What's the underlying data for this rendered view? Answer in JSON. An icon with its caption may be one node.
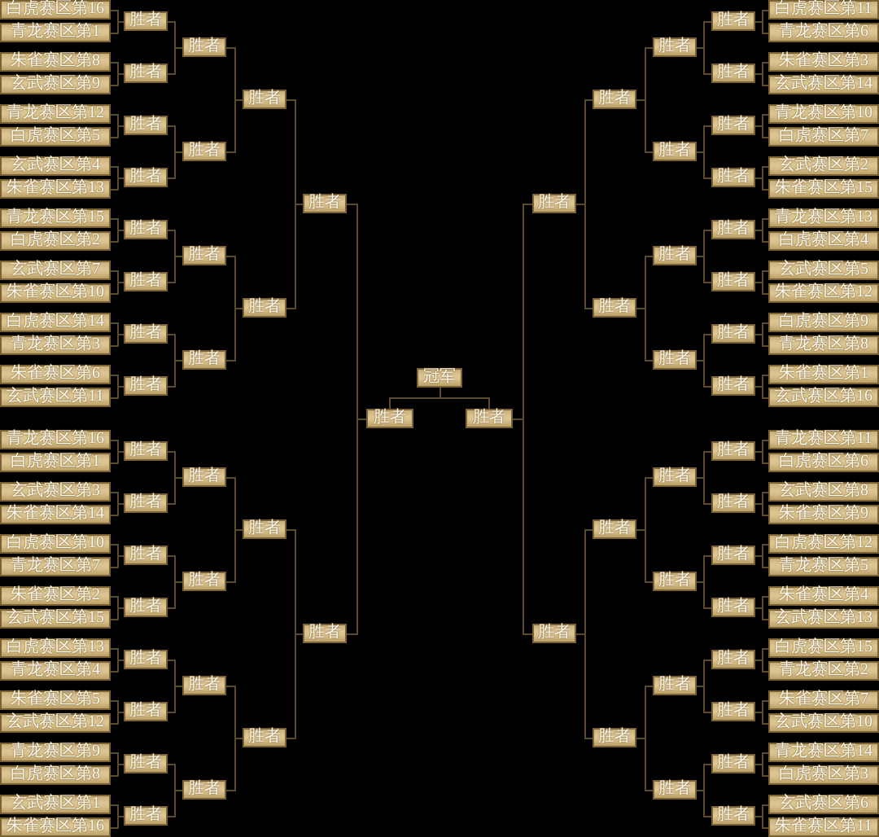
{
  "diagram": {
    "nodes": [
      {
        "text": [
          "白虎赛区第16"
        ]
      },
      {
        "text": [
          "青龙赛区第1"
        ]
      },
      {
        "text": [
          "朱雀赛区第8"
        ]
      },
      {
        "text": [
          "玄武赛区第9"
        ]
      },
      {
        "text": [
          "青龙赛区第12"
        ]
      },
      {
        "text": [
          "白虎赛区第5"
        ]
      },
      {
        "text": [
          "玄武赛区第4"
        ]
      },
      {
        "text": [
          "朱雀赛区第13"
        ]
      },
      {
        "text": [
          "青龙赛区第15"
        ]
      },
      {
        "text": [
          "白虎赛区第2"
        ]
      },
      {
        "text": [
          "玄武赛区第7"
        ]
      },
      {
        "text": [
          "朱雀赛区第10"
        ]
      },
      {
        "text": [
          "白虎赛区第14"
        ]
      },
      {
        "text": [
          "青龙赛区第3"
        ]
      },
      {
        "text": [
          "朱雀赛区第6"
        ]
      },
      {
        "text": [
          "玄武赛区第11"
        ]
      },
      {
        "text": [
          "青龙赛区第16"
        ]
      },
      {
        "text": [
          "白虎赛区第1"
        ]
      },
      {
        "text": [
          "玄武赛区第3"
        ]
      },
      {
        "text": [
          "朱雀赛区第14"
        ]
      },
      {
        "text": [
          "白虎赛区第10"
        ]
      },
      {
        "text": [
          "青龙赛区第7"
        ]
      },
      {
        "text": [
          "朱雀赛区第2"
        ]
      },
      {
        "text": [
          "玄武赛区第15"
        ]
      },
      {
        "text": [
          "白虎赛区第13"
        ]
      },
      {
        "text": [
          "青龙赛区第4"
        ]
      },
      {
        "text": [
          "朱雀赛区第5"
        ]
      },
      {
        "text": [
          "玄武赛区第12"
        ]
      },
      {
        "text": [
          "青龙赛区第9"
        ]
      },
      {
        "text": [
          "白虎赛区第8"
        ]
      },
      {
        "text": [
          "玄武赛区第1"
        ]
      },
      {
        "text": [
          "朱雀赛区第16"
        ]
      },
      {
        "text": [
          "胜者"
        ]
      },
      {
        "text": [
          "胜者"
        ]
      },
      {
        "text": [
          "胜者"
        ]
      },
      {
        "text": [
          "胜者"
        ]
      },
      {
        "text": [
          "胜者"
        ]
      },
      {
        "text": [
          "胜者"
        ]
      },
      {
        "text": [
          "胜者"
        ]
      },
      {
        "text": [
          "胜者"
        ]
      },
      {
        "text": [
          "胜者"
        ]
      },
      {
        "text": [
          "胜者"
        ]
      },
      {
        "text": [
          "胜者"
        ]
      },
      {
        "text": [
          "胜者"
        ]
      },
      {
        "text": [
          "胜者"
        ]
      },
      {
        "text": [
          "胜者"
        ]
      },
      {
        "text": [
          "胜者"
        ]
      },
      {
        "text": [
          "胜者"
        ]
      },
      {
        "text": [
          "胜者"
        ]
      },
      {
        "text": [
          "胜者"
        ]
      },
      {
        "text": [
          "胜者"
        ]
      },
      {
        "text": [
          "胜者"
        ]
      },
      {
        "text": [
          "胜者"
        ]
      },
      {
        "text": [
          "胜者"
        ]
      },
      {
        "text": [
          "胜者"
        ]
      },
      {
        "text": [
          "胜者"
        ]
      },
      {
        "text": [
          "胜者"
        ]
      },
      {
        "text": [
          "胜者"
        ]
      },
      {
        "text": [
          "胜者"
        ]
      },
      {
        "text": [
          "胜者"
        ]
      },
      {
        "text": [
          "胜者"
        ]
      },
      {
        "text": [
          "胜者"
        ]
      },
      {
        "text": [
          "胜者"
        ]
      },
      {
        "text": [
          "冠军"
        ]
      },
      {
        "text": [
          "胜者"
        ]
      },
      {
        "text": [
          "胜者"
        ]
      },
      {
        "text": [
          "胜者"
        ]
      },
      {
        "text": [
          "胜者"
        ]
      },
      {
        "text": [
          "胜者"
        ]
      },
      {
        "text": [
          "胜者"
        ]
      },
      {
        "text": [
          "胜者"
        ]
      },
      {
        "text": [
          "胜者"
        ]
      },
      {
        "text": [
          "胜者"
        ]
      },
      {
        "text": [
          "胜者"
        ]
      },
      {
        "text": [
          "胜者"
        ]
      },
      {
        "text": [
          "胜者"
        ]
      },
      {
        "text": [
          "胜者"
        ]
      },
      {
        "text": [
          "胜者"
        ]
      },
      {
        "text": [
          "胜者"
        ]
      },
      {
        "text": [
          "胜者"
        ]
      },
      {
        "text": [
          "胜者"
        ]
      },
      {
        "text": [
          "胜者"
        ]
      },
      {
        "text": [
          "胜者"
        ]
      },
      {
        "text": [
          "胜者"
        ]
      },
      {
        "text": [
          "胜者"
        ]
      },
      {
        "text": [
          "胜者"
        ]
      },
      {
        "text": [
          "胜者"
        ]
      },
      {
        "text": [
          "胜者"
        ]
      },
      {
        "text": [
          "胜者"
        ]
      },
      {
        "text": [
          "胜者"
        ]
      },
      {
        "text": [
          "胜者"
        ]
      },
      {
        "text": [
          "胜者"
        ]
      },
      {
        "text": [
          "胜者"
        ]
      },
      {
        "text": [
          "胜者"
        ]
      },
      {
        "text": [
          "胜者"
        ]
      },
      {
        "text": [
          "白虎赛区第11"
        ]
      },
      {
        "text": [
          "青龙赛区第6"
        ]
      },
      {
        "text": [
          "朱雀赛区第3"
        ]
      },
      {
        "text": [
          "玄武赛区第14"
        ]
      },
      {
        "text": [
          "青龙赛区第10"
        ]
      },
      {
        "text": [
          "白虎赛区第7"
        ]
      },
      {
        "text": [
          "玄武赛区第2"
        ]
      },
      {
        "text": [
          "朱雀赛区第15"
        ]
      },
      {
        "text": [
          "青龙赛区第13"
        ]
      },
      {
        "text": [
          "白虎赛区第4"
        ]
      },
      {
        "text": [
          "玄武赛区第5"
        ]
      },
      {
        "text": [
          "朱雀赛区第12"
        ]
      },
      {
        "text": [
          "白虎赛区第9"
        ]
      },
      {
        "text": [
          "青龙赛区第8"
        ]
      },
      {
        "text": [
          "朱雀赛区第1"
        ]
      },
      {
        "text": [
          "玄武赛区第16"
        ]
      },
      {
        "text": [
          "青龙赛区第11"
        ]
      },
      {
        "text": [
          "白虎赛区第6"
        ]
      },
      {
        "text": [
          "玄武赛区第8"
        ]
      },
      {
        "text": [
          "朱雀赛区第9"
        ]
      },
      {
        "text": [
          "白虎赛区第12"
        ]
      },
      {
        "text": [
          "青龙赛区第5"
        ]
      },
      {
        "text": [
          "朱雀赛区第4"
        ]
      },
      {
        "text": [
          "玄武赛区第13"
        ]
      },
      {
        "text": [
          "白虎赛区第15"
        ]
      },
      {
        "text": [
          "青龙赛区第2"
        ]
      },
      {
        "text": [
          "朱雀赛区第7"
        ]
      },
      {
        "text": [
          "玄武赛区第10"
        ]
      },
      {
        "text": [
          "青龙赛区第14"
        ]
      },
      {
        "text": [
          "白虎赛区第3"
        ]
      },
      {
        "text": [
          "玄武赛区第6"
        ]
      },
      {
        "text": [
          "朱雀赛区第11"
        ]
      }
    ],
    "edges": [
      {
        "from": 0,
        "to": 32,
        "arrow": "none"
      },
      {
        "from": 1,
        "to": 32,
        "arrow": "none"
      },
      {
        "from": 2,
        "to": 33,
        "arrow": "none"
      },
      {
        "from": 3,
        "to": 33,
        "arrow": "none"
      },
      {
        "from": 4,
        "to": 34,
        "arrow": "none"
      },
      {
        "from": 5,
        "to": 34,
        "arrow": "none"
      },
      {
        "from": 6,
        "to": 35,
        "arrow": "none"
      },
      {
        "from": 7,
        "to": 35,
        "arrow": "none"
      },
      {
        "from": 8,
        "to": 36,
        "arrow": "none"
      },
      {
        "from": 9,
        "to": 36,
        "arrow": "none"
      },
      {
        "from": 10,
        "to": 37,
        "arrow": "none"
      },
      {
        "from": 11,
        "to": 37,
        "arrow": "none"
      },
      {
        "from": 12,
        "to": 38,
        "arrow": "none"
      },
      {
        "from": 13,
        "to": 38,
        "arrow": "none"
      },
      {
        "from": 14,
        "to": 39,
        "arrow": "none"
      },
      {
        "from": 15,
        "to": 39,
        "arrow": "none"
      },
      {
        "from": 16,
        "to": 40,
        "arrow": "none"
      },
      {
        "from": 17,
        "to": 40,
        "arrow": "none"
      },
      {
        "from": 18,
        "to": 41,
        "arrow": "none"
      },
      {
        "from": 19,
        "to": 41,
        "arrow": "none"
      },
      {
        "from": 20,
        "to": 42,
        "arrow": "none"
      },
      {
        "from": 21,
        "to": 42,
        "arrow": "none"
      },
      {
        "from": 22,
        "to": 43,
        "arrow": "none"
      },
      {
        "from": 23,
        "to": 43,
        "arrow": "none"
      },
      {
        "from": 24,
        "to": 44,
        "arrow": "none"
      },
      {
        "from": 25,
        "to": 44,
        "arrow": "none"
      },
      {
        "from": 26,
        "to": 45,
        "arrow": "none"
      },
      {
        "from": 27,
        "to": 45,
        "arrow": "none"
      },
      {
        "from": 28,
        "to": 46,
        "arrow": "none"
      },
      {
        "from": 29,
        "to": 46,
        "arrow": "none"
      },
      {
        "from": 30,
        "to": 47,
        "arrow": "none"
      },
      {
        "from": 31,
        "to": 47,
        "arrow": "none"
      },
      {
        "from": 32,
        "to": 48,
        "arrow": "none"
      },
      {
        "from": 33,
        "to": 48,
        "arrow": "none"
      },
      {
        "from": 34,
        "to": 49,
        "arrow": "none"
      },
      {
        "from": 35,
        "to": 49,
        "arrow": "none"
      },
      {
        "from": 36,
        "to": 50,
        "arrow": "none"
      },
      {
        "from": 37,
        "to": 50,
        "arrow": "none"
      },
      {
        "from": 38,
        "to": 51,
        "arrow": "none"
      },
      {
        "from": 39,
        "to": 51,
        "arrow": "none"
      },
      {
        "from": 40,
        "to": 52,
        "arrow": "none"
      },
      {
        "from": 41,
        "to": 52,
        "arrow": "none"
      },
      {
        "from": 42,
        "to": 53,
        "arrow": "none"
      },
      {
        "from": 43,
        "to": 53,
        "arrow": "none"
      },
      {
        "from": 44,
        "to": 54,
        "arrow": "none"
      },
      {
        "from": 45,
        "to": 54,
        "arrow": "none"
      },
      {
        "from": 46,
        "to": 55,
        "arrow": "none"
      },
      {
        "from": 47,
        "to": 55,
        "arrow": "none"
      },
      {
        "from": 48,
        "to": 56,
        "arrow": "none"
      },
      {
        "from": 49,
        "to": 56,
        "arrow": "none"
      },
      {
        "from": 50,
        "to": 57,
        "arrow": "none"
      },
      {
        "from": 51,
        "to": 57,
        "arrow": "none"
      },
      {
        "from": 52,
        "to": 58,
        "arrow": "none"
      },
      {
        "from": 53,
        "to": 58,
        "arrow": "none"
      },
      {
        "from": 54,
        "to": 59,
        "arrow": "none"
      },
      {
        "from": 55,
        "to": 59,
        "arrow": "none"
      },
      {
        "from": 56,
        "to": 60,
        "arrow": "none"
      },
      {
        "from": 57,
        "to": 60,
        "arrow": "none"
      },
      {
        "from": 58,
        "to": 61,
        "arrow": "none"
      },
      {
        "from": 59,
        "to": 61,
        "arrow": "none"
      },
      {
        "from": 60,
        "to": 62,
        "arrow": "none"
      },
      {
        "from": 61,
        "to": 62,
        "arrow": "none"
      },
      {
        "from": 62,
        "to": 63,
        "arrow": "none"
      },
      {
        "from": 64,
        "to": 63,
        "arrow": "none"
      },
      {
        "from": 65,
        "to": 64,
        "arrow": "none"
      },
      {
        "from": 66,
        "to": 64,
        "arrow": "none"
      },
      {
        "from": 67,
        "to": 65,
        "arrow": "none"
      },
      {
        "from": 68,
        "to": 65,
        "arrow": "none"
      },
      {
        "from": 69,
        "to": 66,
        "arrow": "none"
      },
      {
        "from": 70,
        "to": 66,
        "arrow": "none"
      },
      {
        "from": 71,
        "to": 67,
        "arrow": "none"
      },
      {
        "from": 72,
        "to": 67,
        "arrow": "none"
      },
      {
        "from": 73,
        "to": 68,
        "arrow": "none"
      },
      {
        "from": 74,
        "to": 68,
        "arrow": "none"
      },
      {
        "from": 75,
        "to": 69,
        "arrow": "none"
      },
      {
        "from": 76,
        "to": 69,
        "arrow": "none"
      },
      {
        "from": 77,
        "to": 70,
        "arrow": "none"
      },
      {
        "from": 78,
        "to": 70,
        "arrow": "none"
      },
      {
        "from": 79,
        "to": 71,
        "arrow": "none"
      },
      {
        "from": 80,
        "to": 71,
        "arrow": "none"
      },
      {
        "from": 81,
        "to": 72,
        "arrow": "none"
      },
      {
        "from": 82,
        "to": 72,
        "arrow": "none"
      },
      {
        "from": 83,
        "to": 73,
        "arrow": "none"
      },
      {
        "from": 84,
        "to": 73,
        "arrow": "none"
      },
      {
        "from": 85,
        "to": 74,
        "arrow": "none"
      },
      {
        "from": 86,
        "to": 74,
        "arrow": "none"
      },
      {
        "from": 87,
        "to": 75,
        "arrow": "none"
      },
      {
        "from": 88,
        "to": 75,
        "arrow": "none"
      },
      {
        "from": 89,
        "to": 76,
        "arrow": "none"
      },
      {
        "from": 90,
        "to": 76,
        "arrow": "none"
      },
      {
        "from": 91,
        "to": 77,
        "arrow": "none"
      },
      {
        "from": 92,
        "to": 77,
        "arrow": "none"
      },
      {
        "from": 93,
        "to": 78,
        "arrow": "none"
      },
      {
        "from": 94,
        "to": 78,
        "arrow": "none"
      },
      {
        "from": 95,
        "to": 79,
        "arrow": "none"
      },
      {
        "from": 96,
        "to": 79,
        "arrow": "none"
      },
      {
        "from": 97,
        "to": 80,
        "arrow": "none"
      },
      {
        "from": 98,
        "to": 80,
        "arrow": "none"
      },
      {
        "from": 99,
        "to": 81,
        "arrow": "none"
      },
      {
        "from": 100,
        "to": 81,
        "arrow": "none"
      },
      {
        "from": 101,
        "to": 82,
        "arrow": "none"
      },
      {
        "from": 102,
        "to": 82,
        "arrow": "none"
      },
      {
        "from": 103,
        "to": 83,
        "arrow": "none"
      },
      {
        "from": 104,
        "to": 83,
        "arrow": "none"
      },
      {
        "from": 105,
        "to": 84,
        "arrow": "none"
      },
      {
        "from": 106,
        "to": 84,
        "arrow": "none"
      },
      {
        "from": 107,
        "to": 85,
        "arrow": "none"
      },
      {
        "from": 108,
        "to": 85,
        "arrow": "none"
      },
      {
        "from": 109,
        "to": 86,
        "arrow": "none"
      },
      {
        "from": 110,
        "to": 86,
        "arrow": "none"
      },
      {
        "from": 111,
        "to": 87,
        "arrow": "none"
      },
      {
        "from": 112,
        "to": 87,
        "arrow": "none"
      },
      {
        "from": 113,
        "to": 88,
        "arrow": "none"
      },
      {
        "from": 114,
        "to": 88,
        "arrow": "none"
      },
      {
        "from": 115,
        "to": 89,
        "arrow": "none"
      },
      {
        "from": 116,
        "to": 89,
        "arrow": "none"
      },
      {
        "from": 117,
        "to": 90,
        "arrow": "none"
      },
      {
        "from": 118,
        "to": 90,
        "arrow": "none"
      },
      {
        "from": 119,
        "to": 91,
        "arrow": "none"
      },
      {
        "from": 120,
        "to": 91,
        "arrow": "none"
      },
      {
        "from": 121,
        "to": 92,
        "arrow": "none"
      },
      {
        "from": 122,
        "to": 92,
        "arrow": "none"
      },
      {
        "from": 123,
        "to": 93,
        "arrow": "none"
      },
      {
        "from": 124,
        "to": 93,
        "arrow": "none"
      },
      {
        "from": 125,
        "to": 94,
        "arrow": "none"
      },
      {
        "from": 126,
        "to": 94,
        "arrow": "none"
      }
    ]
  }
}
